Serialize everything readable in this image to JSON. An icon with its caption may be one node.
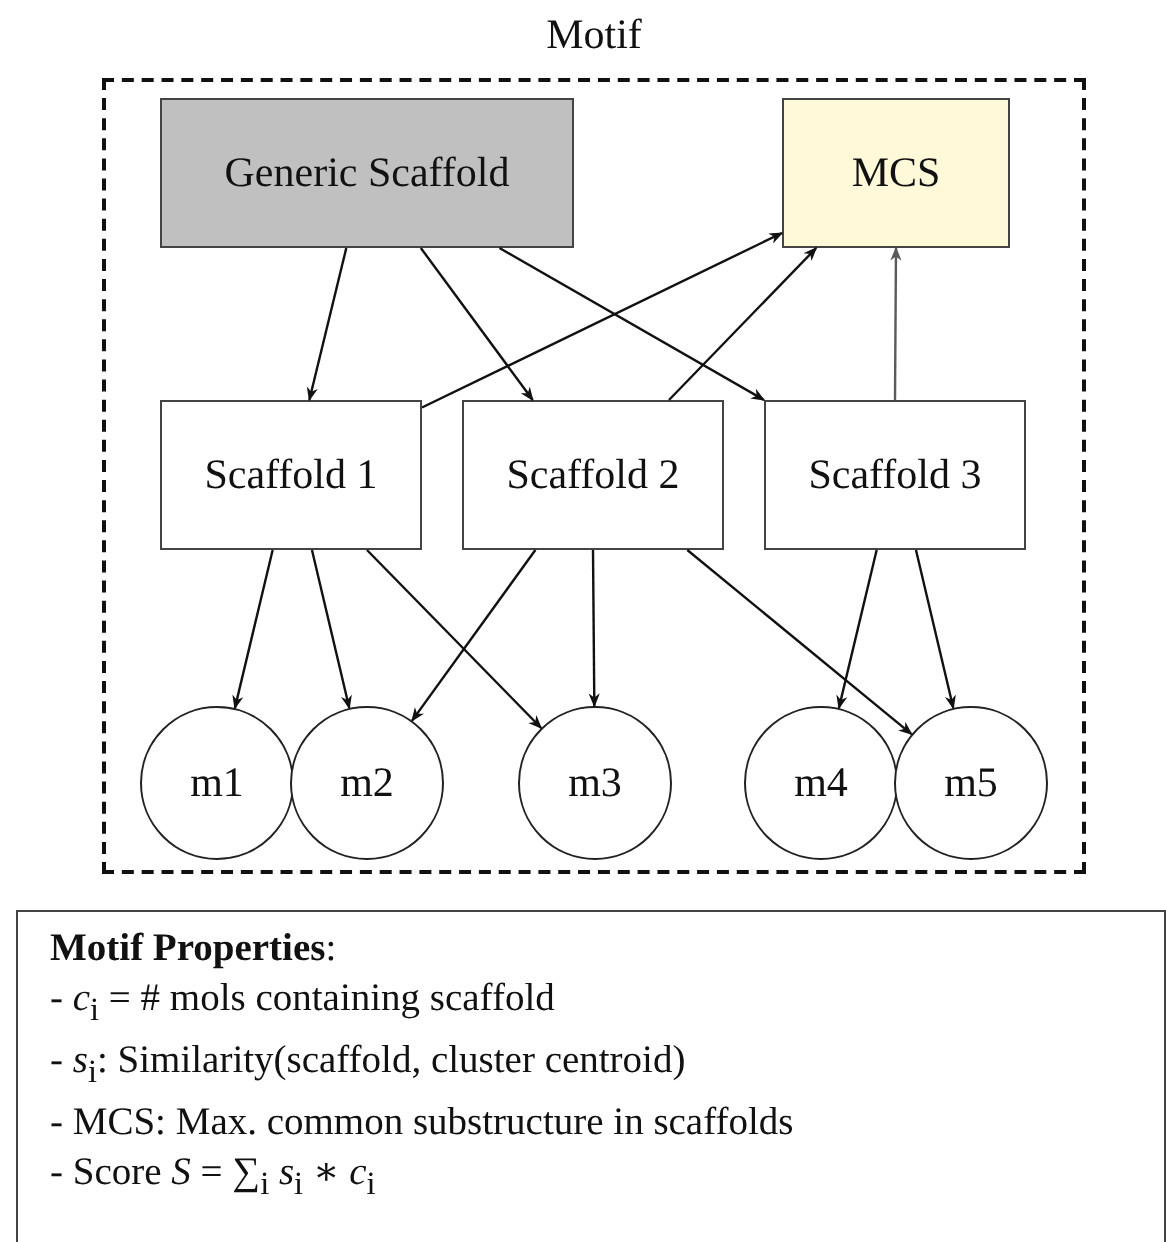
{
  "diagram": {
    "nodes": [
      {
        "text": [
          "Motif"
        ]
      },
      {
        "text": [
          "Generic Scaffold"
        ],
        "in": 0
      },
      {
        "text": [
          "MCS"
        ],
        "in": 0
      },
      {
        "text": [
          "Scaffold 1"
        ],
        "in": 0
      },
      {
        "text": [
          "Scaffold 2"
        ],
        "in": 0
      },
      {
        "text": [
          "Scaffold 3"
        ],
        "in": 0
      },
      {
        "text": [
          "m1"
        ],
        "in": 0
      },
      {
        "text": [
          "m2"
        ],
        "in": 0
      },
      {
        "text": [
          "m3"
        ],
        "in": 0
      },
      {
        "text": [
          "m4"
        ],
        "in": 0
      },
      {
        "text": [
          "m5"
        ],
        "in": 0
      },
      {
        "text": [
          "**Motif Properties**:",
          "- *c*$_{i}$ = # mols containing scaffold",
          "- *s*$_{i}$: Similarity(scaffold, cluster centroid)",
          "- MCS: Max. common substructure in scaffolds",
          "- Score *S* = ∑$_{i}$ *s*$_{i}$ ∗ *c*$_{i}$"
        ]
      }
    ],
    "edges": [
      {
        "from": 1,
        "to": 3,
        "arrow": "to"
      },
      {
        "from": 1,
        "to": 4,
        "arrow": "to"
      },
      {
        "from": 1,
        "to": 5,
        "arrow": "to"
      },
      {
        "from": 3,
        "to": 2,
        "arrow": "to"
      },
      {
        "from": 4,
        "to": 2,
        "arrow": "to"
      },
      {
        "from": 5,
        "to": 2,
        "arrow": "to",
        "color": "#5a5a5a"
      },
      {
        "from": 3,
        "to": 6,
        "arrow": "to"
      },
      {
        "from": 3,
        "to": 7,
        "arrow": "to"
      },
      {
        "from": 3,
        "to": 8,
        "arrow": "to"
      },
      {
        "from": 4,
        "to": 7,
        "arrow": "to"
      },
      {
        "from": 4,
        "to": 8,
        "arrow": "to"
      },
      {
        "from": 4,
        "to": 10,
        "arrow": "to"
      },
      {
        "from": 5,
        "to": 9,
        "arrow": "to"
      },
      {
        "from": 5,
        "to": 10,
        "arrow": "to"
      }
    ]
  }
}
